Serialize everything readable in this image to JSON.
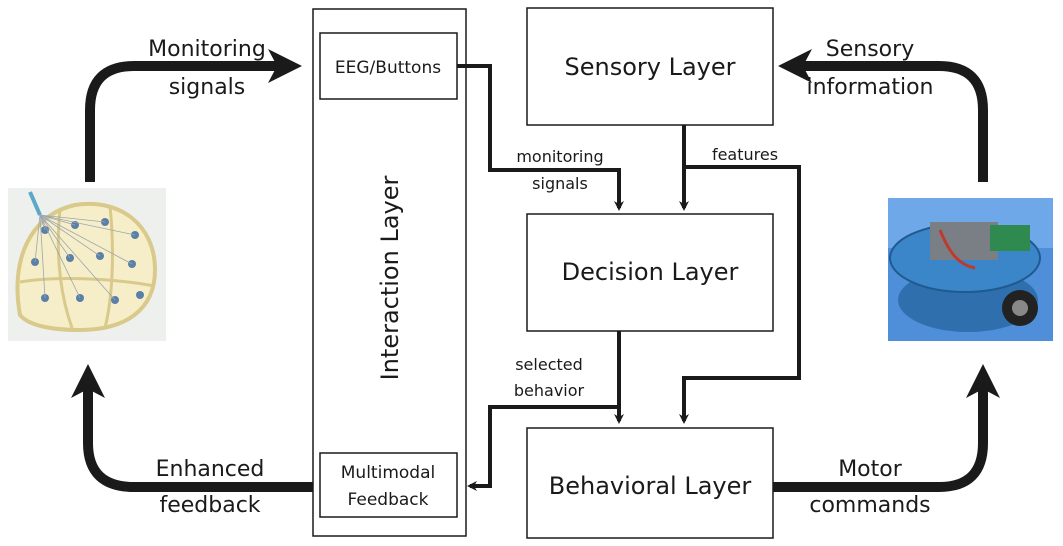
{
  "boxes": {
    "sensory": "Sensory Layer",
    "decision": "Decision Layer",
    "behavioral": "Behavioral Layer",
    "interaction": "Interaction Layer",
    "eeg": "EEG/Buttons",
    "multimodal_line1": "Multimodal",
    "multimodal_line2": "Feedback"
  },
  "labels": {
    "monitoring_line1": "Monitoring",
    "monitoring_line2": "signals",
    "sensory_info_line1": "Sensory",
    "sensory_info_line2": "information",
    "enhanced_line1": "Enhanced",
    "enhanced_line2": "feedback",
    "motor_line1": "Motor",
    "motor_line2": "commands",
    "monitoring_small_line1": "monitoring",
    "monitoring_small_line2": "signals",
    "features": "features",
    "selected_line1": "selected",
    "selected_line2": "behavior"
  }
}
